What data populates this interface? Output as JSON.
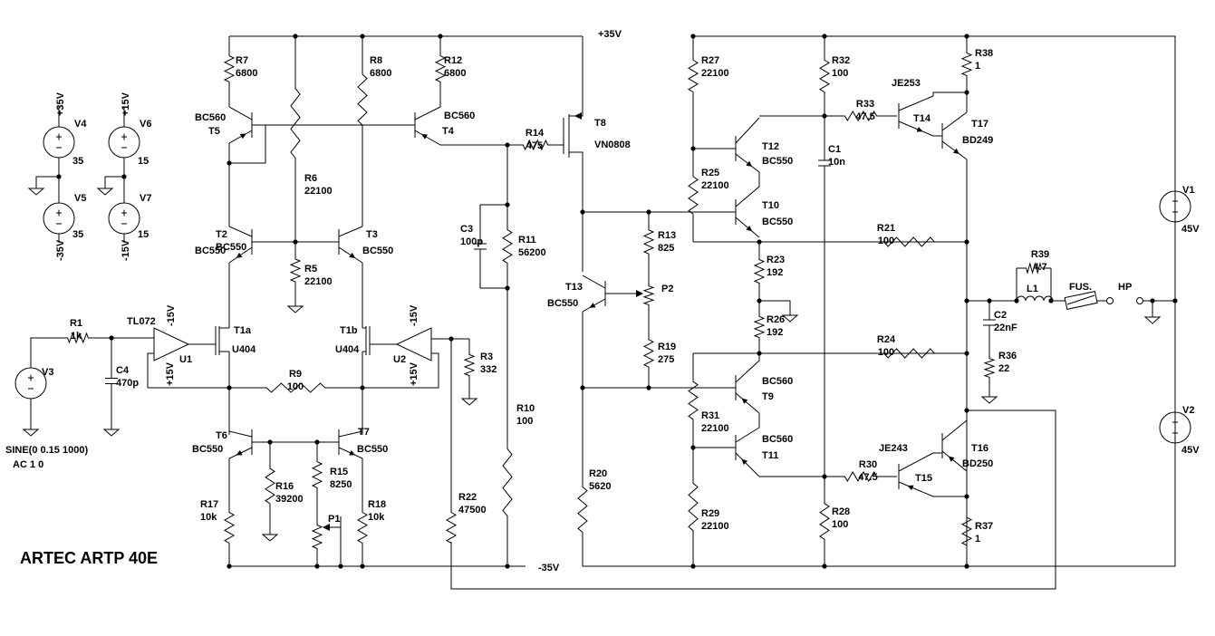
{
  "title": "ARTEC ARTP 40E",
  "rails": {
    "positive": "+35V",
    "negative": "-35V"
  },
  "sources": {
    "v4": {
      "name": "V4",
      "top": "+35V",
      "value": "35"
    },
    "v5": {
      "name": "V5",
      "bottom": "-35V",
      "value": "35"
    },
    "v6": {
      "name": "V6",
      "top": "+15V",
      "value": "15"
    },
    "v7": {
      "name": "V7",
      "bottom": "-15V",
      "value": "15"
    },
    "v3": {
      "name": "V3",
      "spec": "SINE(0 0.15 1000)",
      "ac": "AC 1 0"
    },
    "v1": {
      "name": "V1",
      "value": "45V"
    },
    "v2": {
      "name": "V2",
      "value": "45V"
    }
  },
  "resistors": {
    "r1": {
      "name": "R1",
      "value": "1k"
    },
    "r3": {
      "name": "R3",
      "value": "332"
    },
    "r5": {
      "name": "R5",
      "value": "22100"
    },
    "r6": {
      "name": "R6",
      "value": "22100"
    },
    "r7": {
      "name": "R7",
      "value": "6800"
    },
    "r8": {
      "name": "R8",
      "value": "6800"
    },
    "r9": {
      "name": "R9",
      "value": "100"
    },
    "r10": {
      "name": "R10",
      "value": "100"
    },
    "r11": {
      "name": "R11",
      "value": "56200"
    },
    "r12": {
      "name": "R12",
      "value": "6800"
    },
    "r13": {
      "name": "R13",
      "value": "825"
    },
    "r14": {
      "name": "R14",
      "value": "475"
    },
    "r15": {
      "name": "R15",
      "value": "8250"
    },
    "r16": {
      "name": "R16",
      "value": "39200"
    },
    "r17": {
      "name": "R17",
      "value": "10k"
    },
    "r18": {
      "name": "R18",
      "value": "10k"
    },
    "r19": {
      "name": "R19",
      "value": "275"
    },
    "r20": {
      "name": "R20",
      "value": "5620"
    },
    "r21": {
      "name": "R21",
      "value": "100"
    },
    "r22": {
      "name": "R22",
      "value": "47500"
    },
    "r23": {
      "name": "R23",
      "value": "192"
    },
    "r24": {
      "name": "R24",
      "value": "100"
    },
    "r25": {
      "name": "R25",
      "value": "22100"
    },
    "r26": {
      "name": "R26",
      "value": "192"
    },
    "r27": {
      "name": "R27",
      "value": "22100"
    },
    "r28": {
      "name": "R28",
      "value": "100"
    },
    "r29": {
      "name": "R29",
      "value": "22100"
    },
    "r30": {
      "name": "R30",
      "value": "47.5"
    },
    "r31": {
      "name": "R31",
      "value": "22100"
    },
    "r32": {
      "name": "R32",
      "value": "100"
    },
    "r33": {
      "name": "R33",
      "value": "47.5"
    },
    "r36": {
      "name": "R36",
      "value": "22"
    },
    "r37": {
      "name": "R37",
      "value": "1"
    },
    "r38": {
      "name": "R38",
      "value": "1"
    },
    "r39": {
      "name": "R39",
      "value": "4.7"
    }
  },
  "capacitors": {
    "c1": {
      "name": "C1",
      "value": "10n"
    },
    "c2": {
      "name": "C2",
      "value": "22nF"
    },
    "c3": {
      "name": "C3",
      "value": "100p"
    },
    "c4": {
      "name": "C4",
      "value": "470p"
    }
  },
  "potentiometers": {
    "p1": {
      "name": "P1"
    },
    "p2": {
      "name": "P2"
    }
  },
  "inductor": {
    "name": "L1"
  },
  "fuse": {
    "name": "FUS."
  },
  "output": {
    "name": "HP"
  },
  "opamps": {
    "u1": {
      "name": "U1",
      "type": "TL072",
      "vplus": "+15V",
      "vminus": "-15V"
    },
    "u2": {
      "name": "U2",
      "vplus": "+15V",
      "vminus": "-15V"
    }
  },
  "jfets": {
    "t1a": {
      "name": "T1a",
      "type": "U404"
    },
    "t1b": {
      "name": "T1b",
      "type": "U404"
    }
  },
  "transistors": {
    "t2": {
      "name": "T2",
      "type": "BC550"
    },
    "t3": {
      "name": "T3",
      "type": "BC550"
    },
    "t4": {
      "name": "T4",
      "type": "BC560"
    },
    "t5": {
      "name": "T5",
      "type": "BC560"
    },
    "t6": {
      "name": "T6",
      "type": "BC550"
    },
    "t7": {
      "name": "T7",
      "type": "BC550"
    },
    "t8": {
      "name": "T8",
      "type": "VN0808"
    },
    "t9": {
      "name": "T9",
      "type": "BC560"
    },
    "t10": {
      "name": "T10",
      "type": "BC550"
    },
    "t11": {
      "name": "T11",
      "type": "BC560"
    },
    "t12": {
      "name": "T12",
      "type": "BC550"
    },
    "t13": {
      "name": "T13",
      "type": "BC550"
    },
    "t14": {
      "name": "T14",
      "type": "JE253"
    },
    "t15": {
      "name": "T15",
      "type": "JE243"
    },
    "t16": {
      "name": "T16",
      "type": "BD250"
    },
    "t17": {
      "name": "T17",
      "type": "BD249"
    }
  }
}
